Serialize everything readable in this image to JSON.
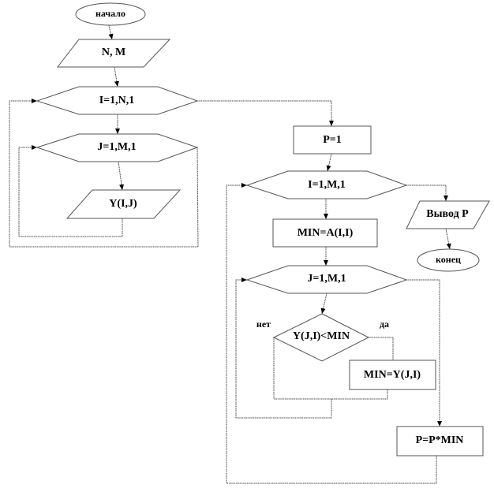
{
  "blocks": {
    "start": "начало",
    "input_nm": "N, M",
    "loop_i_n": "I=1,N,1",
    "loop_j_m_1": "J=1,M,1",
    "input_y": "Y(I,J)",
    "p_init": "P=1",
    "loop_i_m": "I=1,M,1",
    "min_init": "MIN=A(I,I)",
    "loop_j_m_2": "J=1,M,1",
    "condition": "Y(J,I)<MIN",
    "branch_no": "нет",
    "branch_yes": "да",
    "min_assign": "MIN=Y(J,I)",
    "p_mult": "P=P*MIN",
    "output_p": "Вывод P",
    "end": "конец"
  }
}
